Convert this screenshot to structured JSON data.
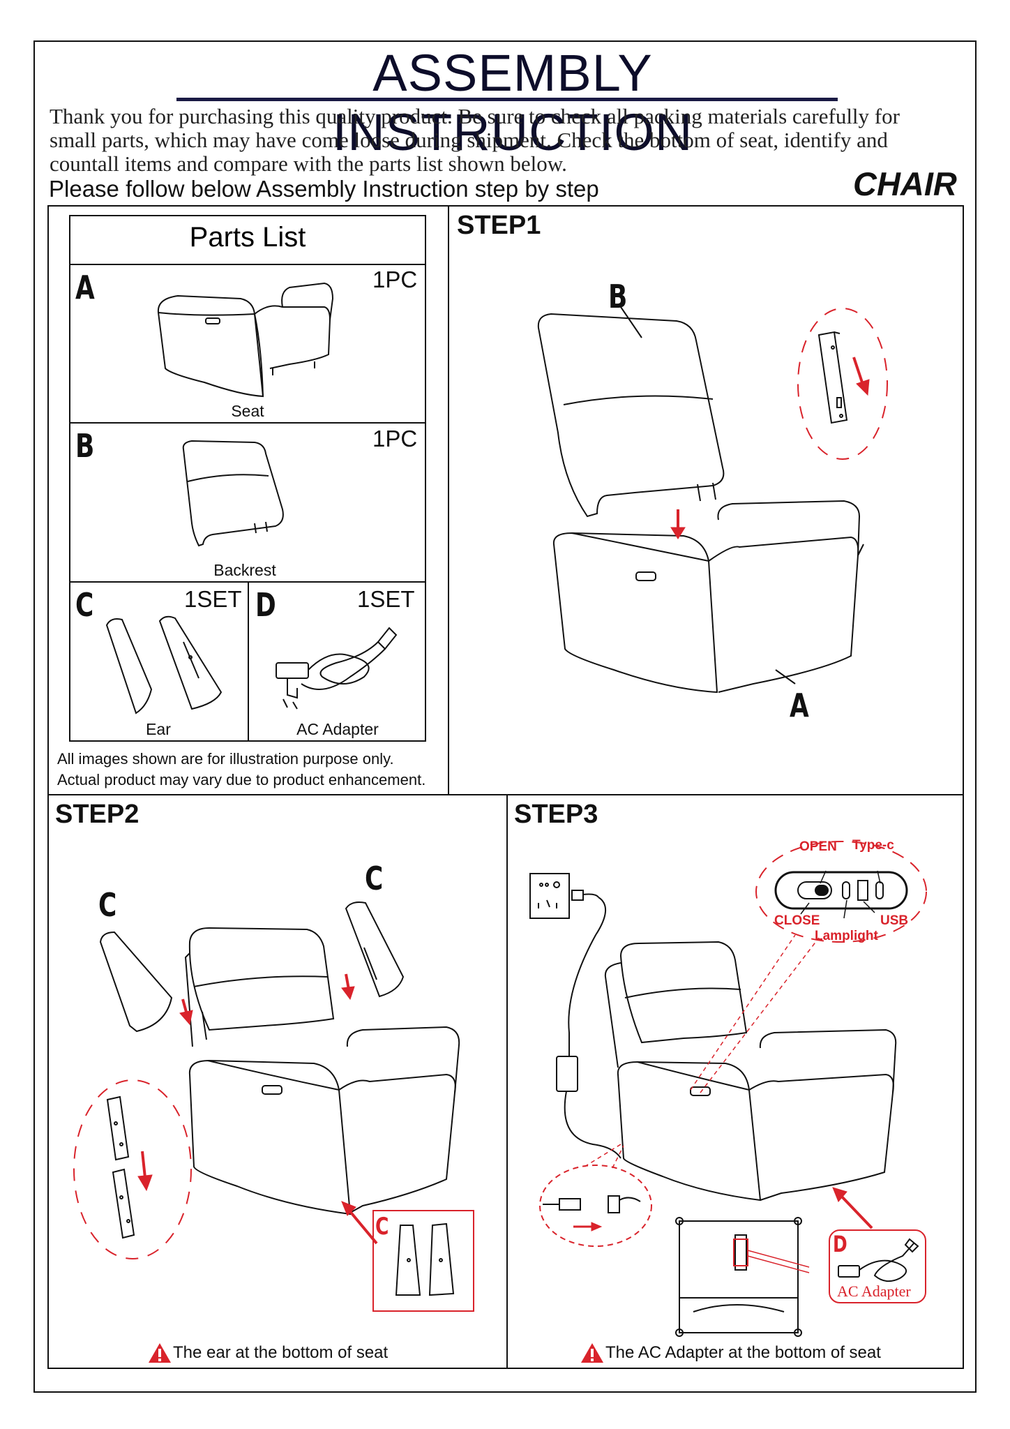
{
  "header": {
    "title": "ASSEMBLY INSTRUCTION",
    "intro_line1": "Thank you for purchasing this quality product. Be sure to check all packing materials carefully for",
    "intro_line2": "small parts, which may have come loose during shipment. Check the bottom of seat, identify and",
    "intro_line3": "countall items and compare with the parts list shown below.",
    "follow": "Please follow below Assembly Instruction step by step",
    "product": "CHAIR"
  },
  "parts_list": {
    "title": "Parts List",
    "items": [
      {
        "letter": "A",
        "qty": "1PC",
        "name": "Seat"
      },
      {
        "letter": "B",
        "qty": "1PC",
        "name": "Backrest"
      },
      {
        "letter": "C",
        "qty": "1SET",
        "name": "Ear"
      },
      {
        "letter": "D",
        "qty": "1SET",
        "name": "AC Adapter"
      }
    ],
    "note_line1": "All images shown are for illustration purpose only.",
    "note_line2": "Actual product may vary due to product enhancement."
  },
  "step1": {
    "title": "STEP1",
    "label_top": "B",
    "label_bottom": "A"
  },
  "step2": {
    "title": "STEP2",
    "label_left": "C",
    "label_right": "C",
    "label_inset": "C",
    "warning": "The ear at the bottom of seat"
  },
  "step3": {
    "title": "STEP3",
    "open": "OPEN",
    "typec": "Type-c",
    "close": "CLOSE",
    "usb": "USB",
    "lamplight": "Lamplight",
    "inset_letter": "D",
    "inset_label": "AC Adapter",
    "warning": "The AC Adapter at the bottom of seat"
  },
  "colors": {
    "accent_red": "#d9232b",
    "line": "#111111",
    "title_blue": "#1a1a44"
  }
}
